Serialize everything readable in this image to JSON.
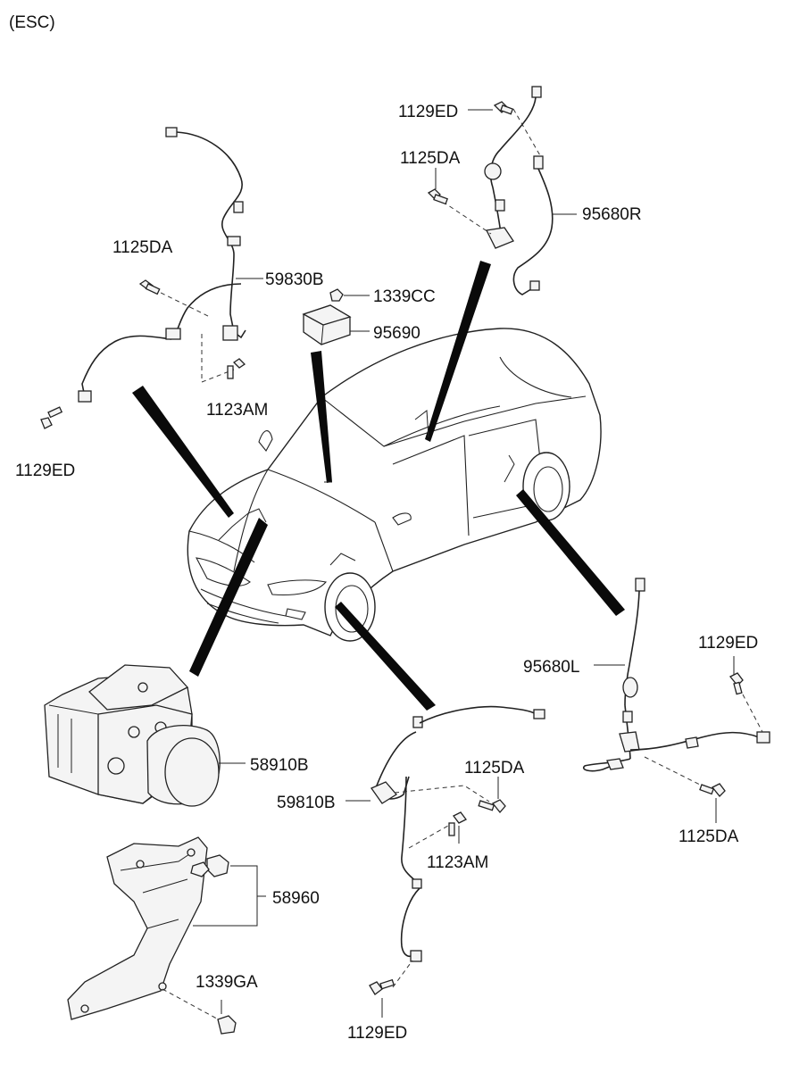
{
  "header": {
    "variant": "(ESC)"
  },
  "labels": {
    "rr_bolt_top": "1129ED",
    "rr_bolt_mid": "1125DA",
    "rr_sensor": "95680R",
    "fl_bolt": "1125DA",
    "fl_sensor": "59830B",
    "fl_bolt_low": "1123AM",
    "fl_bolt_end": "1129ED",
    "yaw_nut": "1339CC",
    "yaw_sensor": "95690",
    "hecu": "58910B",
    "bracket": "58960",
    "bracket_nut": "1339GA",
    "fr_sensor": "59810B",
    "fr_bolt_top": "1125DA",
    "fr_bolt_mid": "1123AM",
    "fr_bolt_end": "1129ED",
    "rl_sensor": "95680L",
    "rl_bolt_top": "1129ED",
    "rl_bolt_end": "1125DA"
  }
}
